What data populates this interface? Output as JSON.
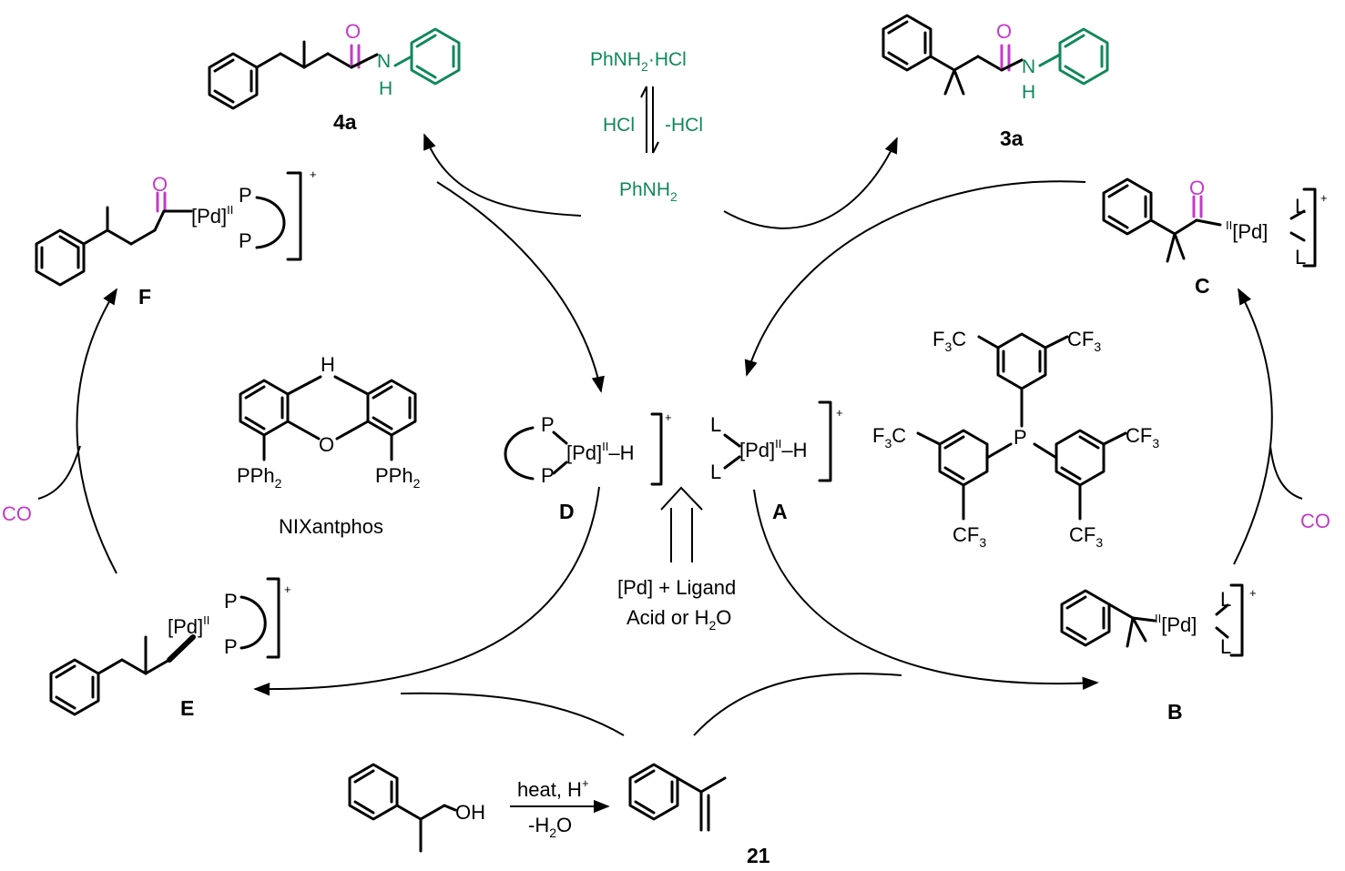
{
  "colors": {
    "reagent": "#10885a",
    "carbonyl": "#c43ac9",
    "ink": "#000000"
  },
  "labels": {
    "p4a": "4a",
    "p3a": "3a",
    "A": "A",
    "B": "B",
    "C": "C",
    "D": "D",
    "E": "E",
    "F": "F",
    "s21": "21"
  },
  "reagents": {
    "anilinium": "PhNH",
    "anilinium_sub": "2",
    "anilinium_suffix": "·HCl",
    "hcl": "HCl",
    "minus_hcl": "-HCl",
    "aniline": "PhNH",
    "aniline_sub": "2",
    "co_left": "CO",
    "co_right": "CO"
  },
  "ligand": {
    "name": "NIXantphos",
    "nh": "H",
    "o": "O",
    "pph_left": "PPh",
    "pph_right": "PPh",
    "pph_sub": "2",
    "tris_p": "P",
    "cf3_top_left": "F",
    "cf3_top_right": "CF",
    "cf3_mid_left": "F",
    "cf3_mid_right": "CF",
    "cf3_bottom_left": "CF",
    "cf3_bottom_right": "CF",
    "cf3_c": "C",
    "cf3_sub": "3"
  },
  "catalyst_formation": {
    "line1": "[Pd] + Ligand",
    "line2_a": "Acid or H",
    "line2_sub": "2",
    "line2_b": "O"
  },
  "dehydration": {
    "above": "heat, H",
    "above_sup": "+",
    "below_a": "-H",
    "below_sub": "2",
    "below_b": "O",
    "oh": "OH"
  },
  "complexes": {
    "pd": "[Pd]",
    "ox": "II",
    "hydride": "–H",
    "p": "P",
    "l": "L",
    "o": "O",
    "n": "N",
    "h": "H",
    "charge": "+"
  }
}
